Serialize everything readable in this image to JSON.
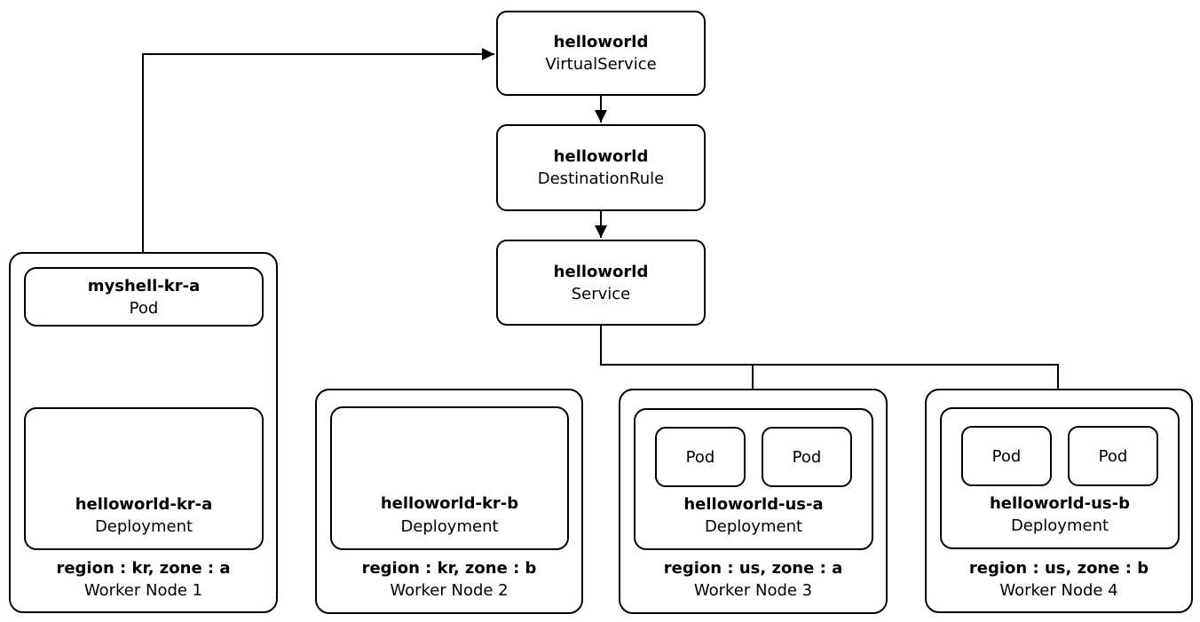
{
  "virtual_service": {
    "name": "helloworld",
    "kind": "VirtualService"
  },
  "destination_rule": {
    "name": "helloworld",
    "kind": "DestinationRule"
  },
  "service": {
    "name": "helloworld",
    "kind": "Service"
  },
  "node1": {
    "labels": "region : kr, zone : a",
    "name": "Worker Node 1",
    "pod": {
      "name": "myshell-kr-a",
      "kind": "Pod"
    },
    "deployment": {
      "name": "helloworld-kr-a",
      "kind": "Deployment"
    }
  },
  "node2": {
    "labels": "region : kr, zone : b",
    "name": "Worker Node 2",
    "deployment": {
      "name": "helloworld-kr-b",
      "kind": "Deployment"
    }
  },
  "node3": {
    "labels": "region : us, zone : a",
    "name": "Worker Node 3",
    "deployment": {
      "name": "helloworld-us-a",
      "kind": "Deployment",
      "pods": [
        "Pod",
        "Pod"
      ]
    }
  },
  "node4": {
    "labels": "region : us, zone : b",
    "name": "Worker Node 4",
    "deployment": {
      "name": "helloworld-us-b",
      "kind": "Deployment",
      "pods": [
        "Pod",
        "Pod"
      ]
    }
  }
}
